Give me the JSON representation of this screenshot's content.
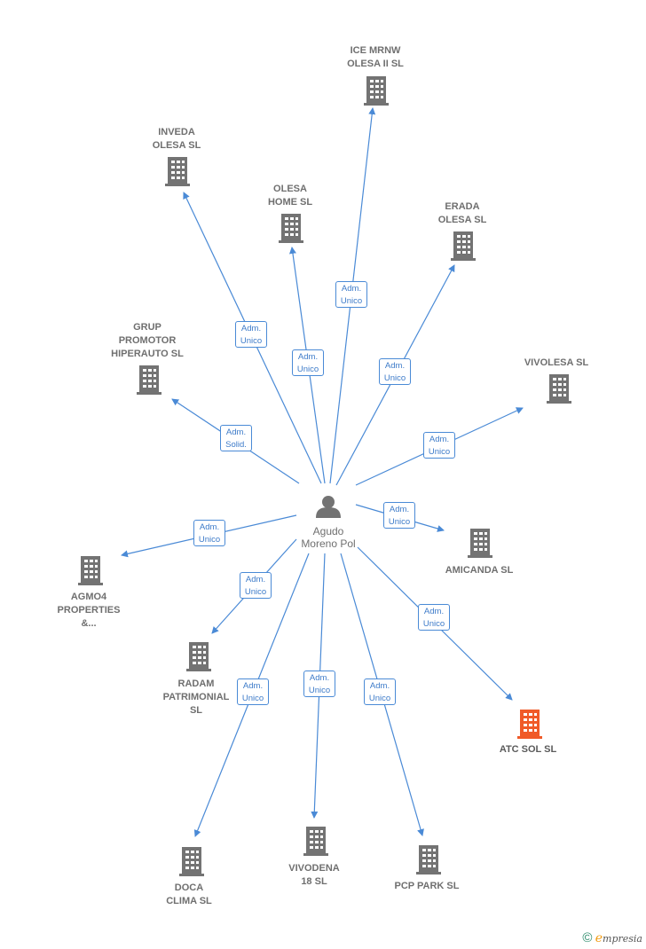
{
  "center": {
    "name": "Agudo\nMoreno Pol",
    "icon": "person-icon"
  },
  "colors": {
    "edge": "#4a8ad6",
    "building": "#737373",
    "highlight": "#f05a28"
  },
  "nodes": [
    {
      "id": "ice-mrnw",
      "label": "ICE MRNW\nOLESA II  SL",
      "role": "Adm.\nUnico"
    },
    {
      "id": "inveda",
      "label": "INVEDA\nOLESA SL",
      "role": "Adm.\nUnico"
    },
    {
      "id": "olesa-home",
      "label": "OLESA\nHOME  SL",
      "role": "Adm.\nUnico"
    },
    {
      "id": "erada",
      "label": "ERADA\nOLESA  SL",
      "role": "Adm.\nUnico"
    },
    {
      "id": "grup-promotor",
      "label": "GRUP\nPROMOTOR\nHIPERAUTO  SL",
      "role": "Adm.\nSolid."
    },
    {
      "id": "vivolesa",
      "label": "VIVOLESA  SL",
      "role": "Adm.\nUnico"
    },
    {
      "id": "agmo4",
      "label": "AGMO4\nPROPERTIES\n&...",
      "role": "Adm.\nUnico"
    },
    {
      "id": "amicanda",
      "label": "AMICANDA  SL",
      "role": "Adm.\nUnico"
    },
    {
      "id": "radam",
      "label": "RADAM\nPATRIMONIAL\nSL",
      "role": "Adm.\nUnico"
    },
    {
      "id": "atc-sol",
      "label": "ATC SOL  SL",
      "role": "Adm.\nUnico",
      "highlight": true
    },
    {
      "id": "doca",
      "label": "DOCA\nCLIMA  SL",
      "role": "Adm.\nUnico"
    },
    {
      "id": "vivodena",
      "label": "VIVODENA\n18  SL",
      "role": "Adm.\nUnico"
    },
    {
      "id": "pcp-park",
      "label": "PCP PARK  SL",
      "role": "Adm.\nUnico"
    }
  ],
  "footer": {
    "copyright": "©",
    "brand_initial": "e",
    "brand_rest": "mpresia"
  }
}
